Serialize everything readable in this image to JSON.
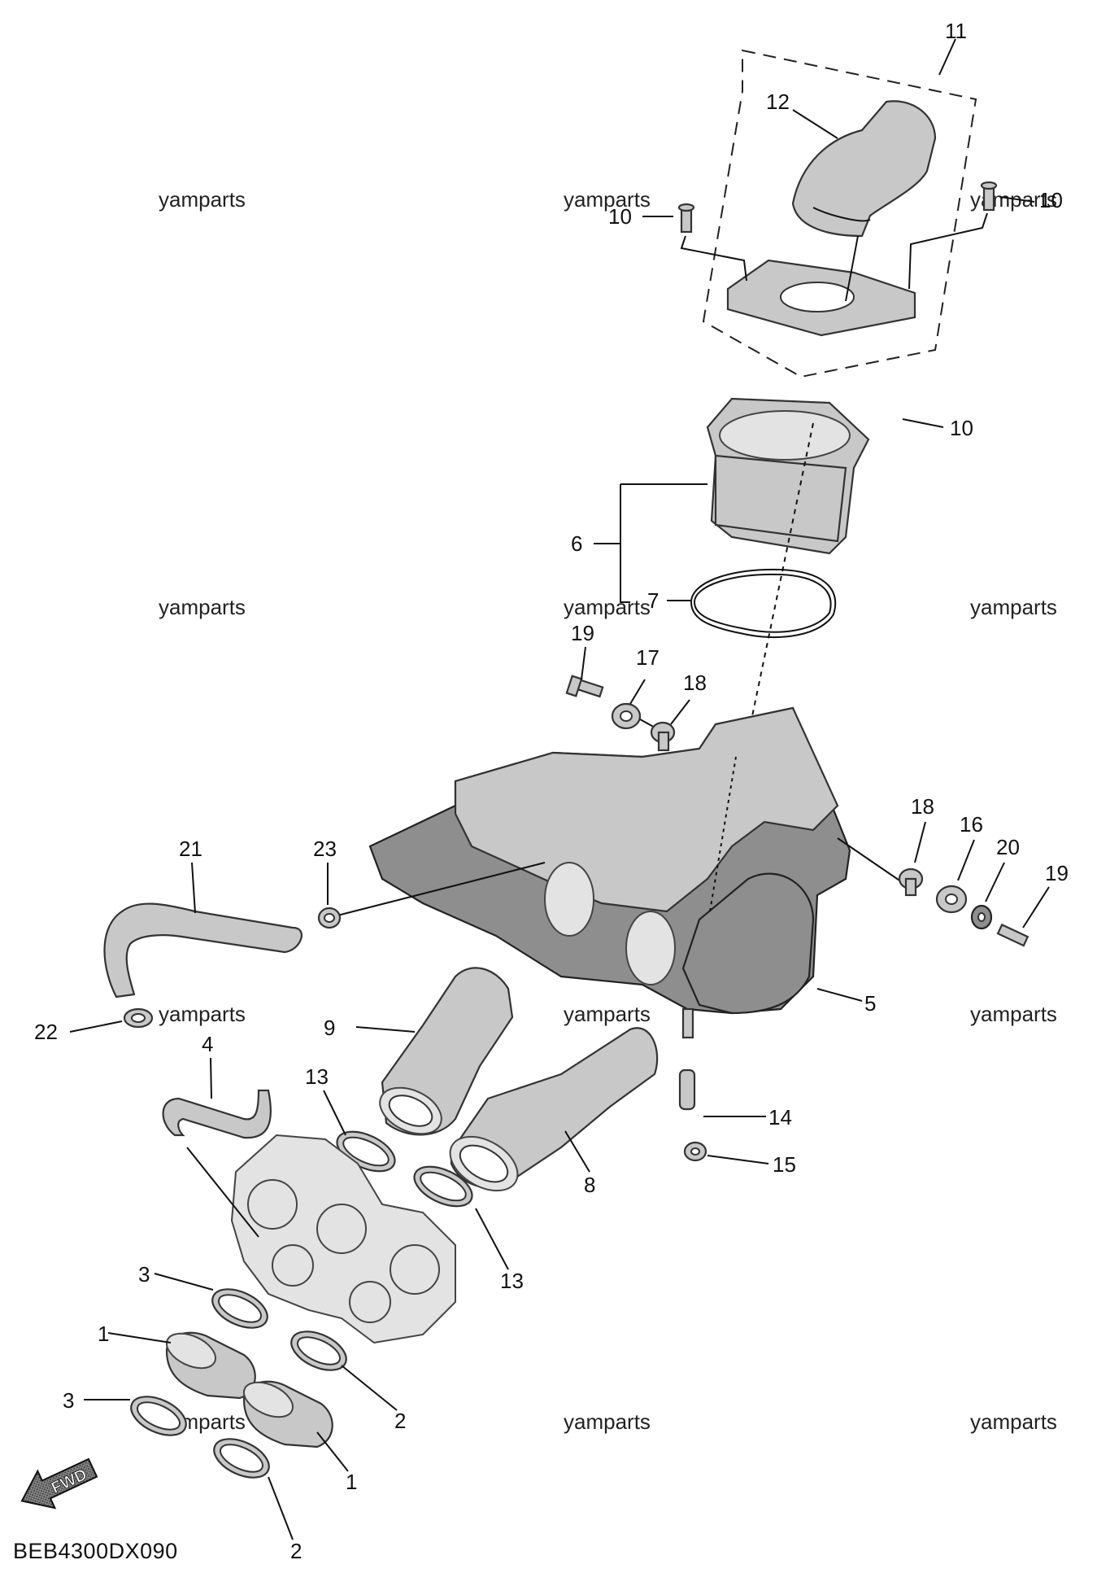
{
  "diagram_code": "BEB4300DX090",
  "fwd_label": "FWD",
  "watermark": "yamparts",
  "callouts": [
    "1",
    "2",
    "3",
    "4",
    "5",
    "6",
    "7",
    "8",
    "9",
    "10",
    "11",
    "12",
    "13",
    "14",
    "15",
    "16",
    "17",
    "18",
    "19",
    "20",
    "21",
    "22",
    "23"
  ]
}
